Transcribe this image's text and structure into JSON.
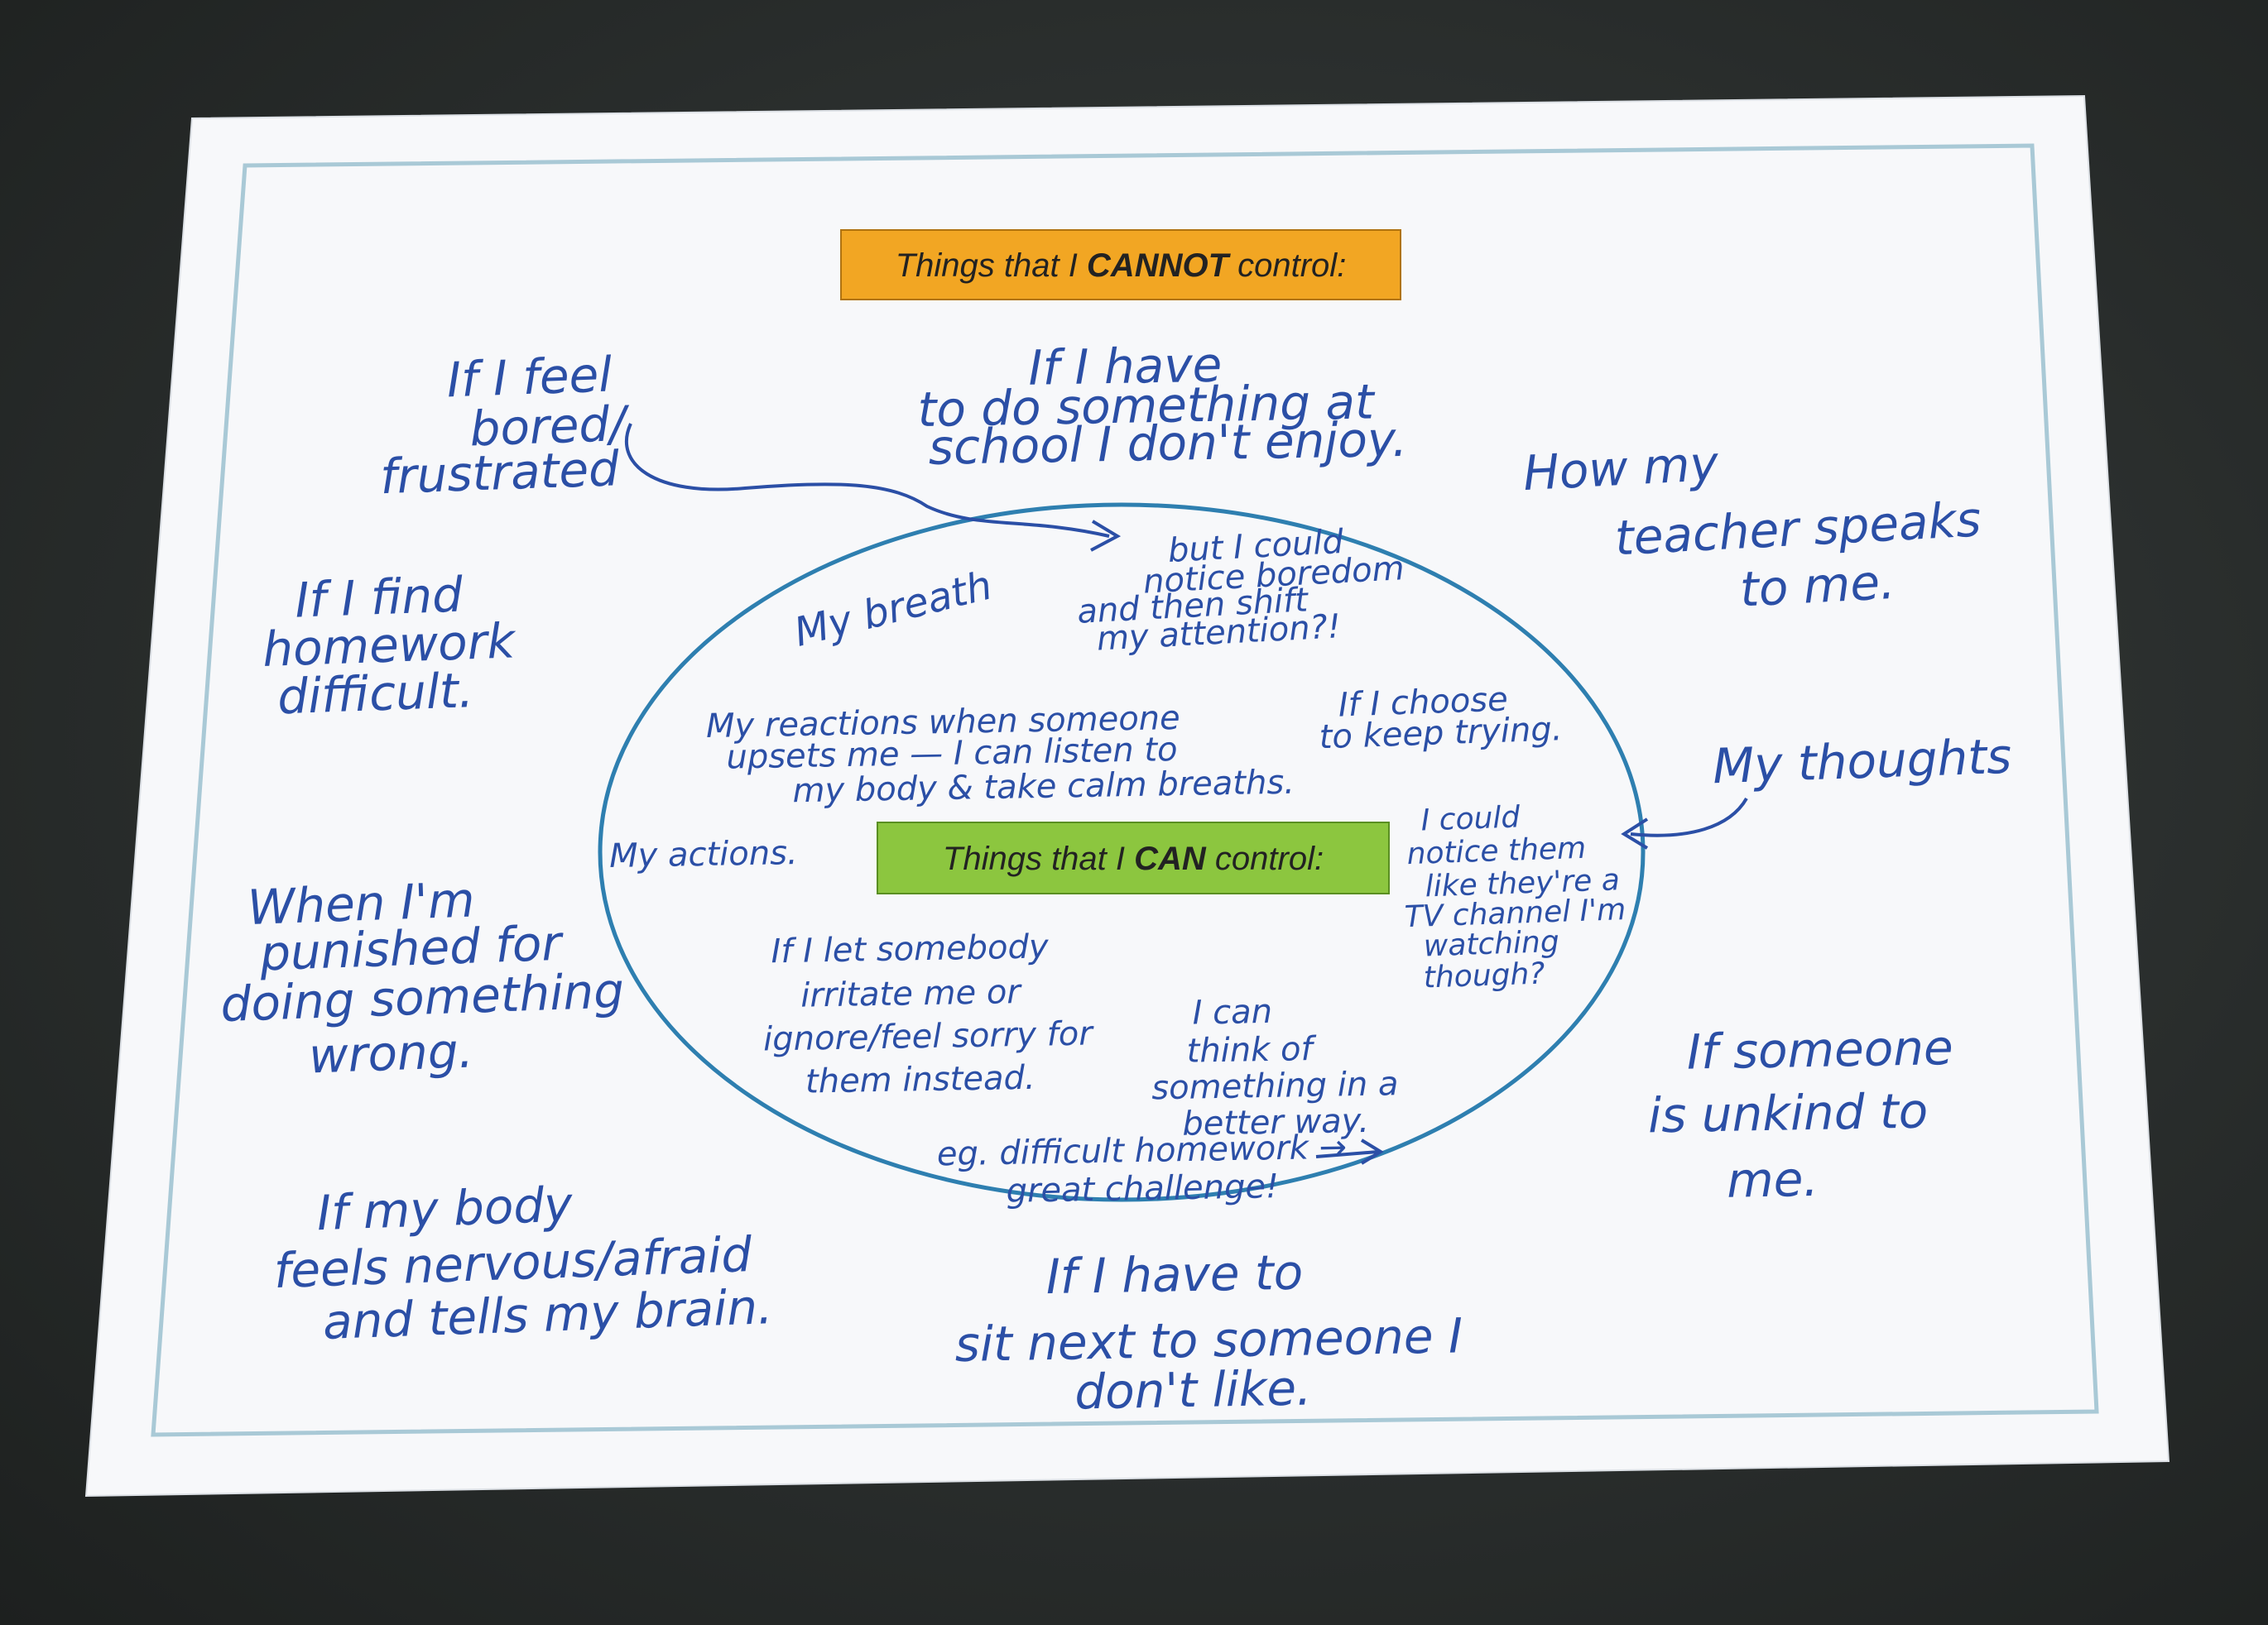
{
  "header_label": {
    "prefix": "Things that I ",
    "emphasis": "CANNOT",
    "suffix": " control:",
    "color": "#f2a623"
  },
  "center_label": {
    "prefix": "Things that I ",
    "emphasis": "CAN",
    "suffix": " control:",
    "color": "#8cc63f"
  },
  "ink_color": "#2b4fa6",
  "outside_notes": {
    "bored": [
      "If I feel",
      "bored/",
      "frustrated"
    ],
    "school": [
      "If I have",
      "to do something at",
      "school I don't enjoy."
    ],
    "teacher": [
      "How my",
      "teacher speaks",
      "to me."
    ],
    "homework": [
      "If I find",
      "homework",
      "difficult."
    ],
    "thoughts": [
      "My thoughts"
    ],
    "punished": [
      "When I'm",
      "punished for",
      "doing something",
      "wrong."
    ],
    "unkind": [
      "If someone",
      "is unkind to",
      "me."
    ],
    "body": [
      "If my body",
      "feels nervous/afraid",
      "and tells my brain."
    ],
    "sit_next": [
      "If I have to",
      "sit next to someone I",
      "don't like."
    ]
  },
  "inside_notes": {
    "boredom": [
      "but I could",
      "notice boredom",
      "and then shift",
      "my attention?!"
    ],
    "breath": [
      "My breath"
    ],
    "reactions": [
      "My reactions when someone",
      "upsets me — I can listen to",
      "my body & take calm breaths."
    ],
    "keep_trying": [
      "If I choose",
      "to keep trying."
    ],
    "actions": [
      "My actions."
    ],
    "tv_channel": [
      "I could",
      "notice them",
      "like they're a",
      "TV channel I'm",
      "watching",
      "though?"
    ],
    "irritate": [
      "If I let somebody",
      "irritate me or",
      "ignore/feel sorry for",
      "them instead."
    ],
    "think": [
      "I can",
      "think of",
      "something in a",
      "better way."
    ],
    "example": [
      "eg. difficult homework →",
      "great challenge!"
    ]
  }
}
